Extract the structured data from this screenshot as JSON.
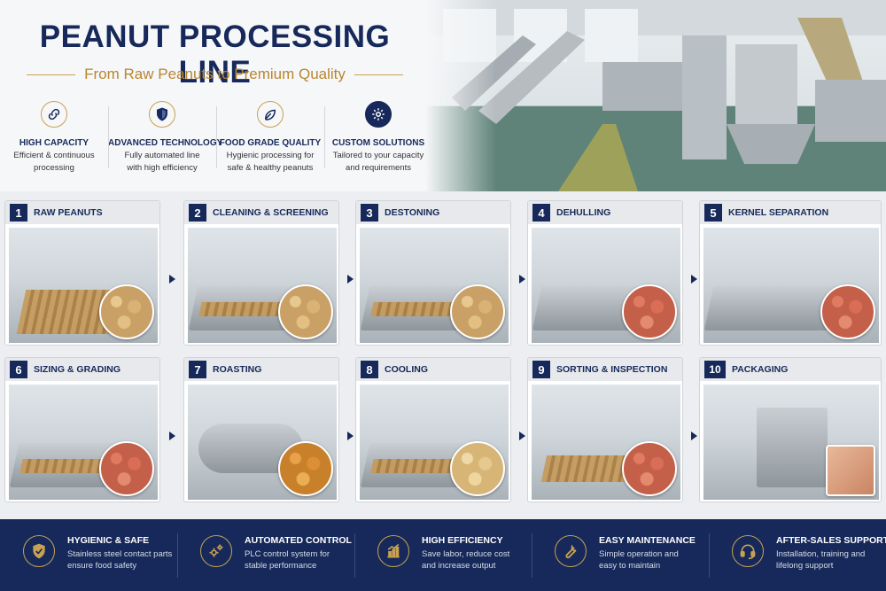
{
  "header": {
    "title": "PEANUT PROCESSING LINE",
    "subtitle": "From Raw Peanuts to Premium Quality",
    "features": [
      {
        "title": "HIGH CAPACITY",
        "desc_1": "Efficient & continuous",
        "desc_2": "processing",
        "icon": "link-icon"
      },
      {
        "title": "ADVANCED TECHNOLOGY",
        "desc_1": "Fully automated line",
        "desc_2": "with high efficiency",
        "icon": "shield-icon"
      },
      {
        "title": "FOOD GRADE QUALITY",
        "desc_1": "Hygienic processing for",
        "desc_2": "safe & healthy peanuts",
        "icon": "leaf-icon"
      },
      {
        "title": "CUSTOM SOLUTIONS",
        "desc_1": "Tailored to your capacity",
        "desc_2": "and requirements",
        "icon": "gear-icon"
      }
    ]
  },
  "steps": [
    {
      "number": "1",
      "label": "RAW PEANUTS"
    },
    {
      "number": "2",
      "label": "CLEANING & SCREENING"
    },
    {
      "number": "3",
      "label": "DESTONING"
    },
    {
      "number": "4",
      "label": "DEHULLING"
    },
    {
      "number": "5",
      "label": "KERNEL SEPARATION"
    },
    {
      "number": "6",
      "label": "SIZING & GRADING"
    },
    {
      "number": "7",
      "label": "ROASTING"
    },
    {
      "number": "8",
      "label": "COOLING"
    },
    {
      "number": "9",
      "label": "SORTING & INSPECTION"
    },
    {
      "number": "10",
      "label": "PACKAGING"
    }
  ],
  "benefits": [
    {
      "title": "HYGIENIC & SAFE",
      "desc_1": "Stainless steel contact parts",
      "desc_2": "ensure food safety",
      "icon": "shield-check-icon"
    },
    {
      "title": "AUTOMATED CONTROL",
      "desc_1": "PLC control system for",
      "desc_2": "stable performance",
      "icon": "gears-icon"
    },
    {
      "title": "HIGH EFFICIENCY",
      "desc_1": "Save labor, reduce cost",
      "desc_2": "and increase output",
      "icon": "growth-chart-icon"
    },
    {
      "title": "EASY MAINTENANCE",
      "desc_1": "Simple operation and",
      "desc_2": "easy to maintain",
      "icon": "wrench-icon"
    },
    {
      "title": "AFTER-SALES SUPPORT",
      "desc_1": "Installation, training and",
      "desc_2": "lifelong support",
      "icon": "headset-icon"
    }
  ],
  "colors": {
    "navy": "#16295a",
    "gold": "#c9a152",
    "panel": "#eceef1"
  }
}
